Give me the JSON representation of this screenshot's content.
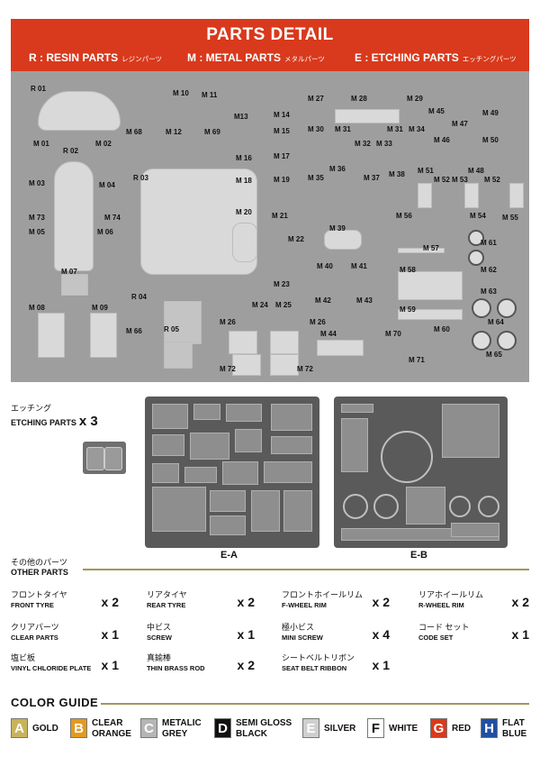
{
  "header": {
    "title": "PARTS DETAIL",
    "resin": {
      "label": "R : RESIN PARTS",
      "jp": "レジンパーツ"
    },
    "metal": {
      "label": "M : METAL PARTS",
      "jp": "メタルパーツ"
    },
    "etching": {
      "label": "E : ETCHING PARTS",
      "jp": "エッチングパーツ"
    }
  },
  "photo": {
    "labels": [
      "R 01",
      "M 01",
      "R 02",
      "M 02",
      "M 03",
      "M 04",
      "M 73",
      "M 74",
      "M 05",
      "M 06",
      "M 07",
      "M 08",
      "M 09",
      "M 10",
      "M 11",
      "M 68",
      "M 12",
      "M 69",
      "M13",
      "M 16",
      "M 18",
      "M 20",
      "R 03",
      "R 04",
      "R 05",
      "M 66",
      "M 14",
      "M 15",
      "M 17",
      "M 19",
      "M 21",
      "M 22",
      "M 23",
      "M 24",
      "M 25",
      "M 26",
      "M 26",
      "M 72",
      "M 72",
      "M 27",
      "M 28",
      "M 29",
      "M 30",
      "M 31",
      "M 32",
      "M 33",
      "M 31",
      "M 34",
      "M 35",
      "M 36",
      "M 37",
      "M 38",
      "M 39",
      "M 40",
      "M 41",
      "M 42",
      "M 43",
      "M 44",
      "M 45",
      "M 46",
      "M 47",
      "M 48",
      "M 49",
      "M 50",
      "M 51",
      "M 52",
      "M 53",
      "M 52",
      "M 54",
      "M 55",
      "M 56",
      "M 57",
      "M 58",
      "M 59",
      "M 60",
      "M 61",
      "M 62",
      "M 63",
      "M 64",
      "M 65",
      "M 70",
      "M 71"
    ]
  },
  "etching": {
    "jp": "エッチング",
    "en": "ETCHING PARTS",
    "qty": "x 3",
    "sheet_a": "E-A",
    "sheet_b": "E-B"
  },
  "other": {
    "jp": "その他のパーツ",
    "en": "OTHER PARTS",
    "items": [
      {
        "jp": "フロントタイヤ",
        "en": "FRONT TYRE",
        "qty": "x 2"
      },
      {
        "jp": "リアタイヤ",
        "en": "REAR TYRE",
        "qty": "x 2"
      },
      {
        "jp": "フロントホイールリム",
        "en": "F-WHEEL RIM",
        "qty": "x 2"
      },
      {
        "jp": "リアホイールリム",
        "en": "R-WHEEL RIM",
        "qty": "x 2"
      },
      {
        "jp": "クリアパーツ",
        "en": "CLEAR PARTS",
        "qty": "x 1"
      },
      {
        "jp": "中ビス",
        "en": "SCREW",
        "qty": "x 1"
      },
      {
        "jp": "極小ビス",
        "en": "MINI SCREW",
        "qty": "x 4"
      },
      {
        "jp": "コード セット",
        "en": "CODE SET",
        "qty": "x 1"
      },
      {
        "jp": "塩ビ板",
        "en": "VINYL CHLORIDE PLATE",
        "qty": "x 1"
      },
      {
        "jp": "真鍮棒",
        "en": "THIN BRASS ROD",
        "qty": "x 2"
      },
      {
        "jp": "シートベルトリボン",
        "en": "SEAT BELT RIBBON",
        "qty": "x 1"
      }
    ]
  },
  "color_guide": {
    "title": "COLOR GUIDE",
    "items": [
      {
        "letter": "A",
        "name1": "GOLD",
        "name2": "",
        "color": "#c8b35a"
      },
      {
        "letter": "B",
        "name1": "CLEAR",
        "name2": "ORANGE",
        "color": "#e39a1f"
      },
      {
        "letter": "C",
        "name1": "METALIC",
        "name2": "GREY",
        "color": "#b5b5b5"
      },
      {
        "letter": "D",
        "name1": "SEMI GLOSS",
        "name2": "BLACK",
        "color": "#111111"
      },
      {
        "letter": "E",
        "name1": "SILVER",
        "name2": "",
        "color": "#cfcfcf"
      },
      {
        "letter": "F",
        "name1": "WHITE",
        "name2": "",
        "color": "#ffffff"
      },
      {
        "letter": "G",
        "name1": "RED",
        "name2": "",
        "color": "#d9391c"
      },
      {
        "letter": "H",
        "name1": "FLAT",
        "name2": "BLUE",
        "color": "#1f4fa3"
      }
    ]
  }
}
